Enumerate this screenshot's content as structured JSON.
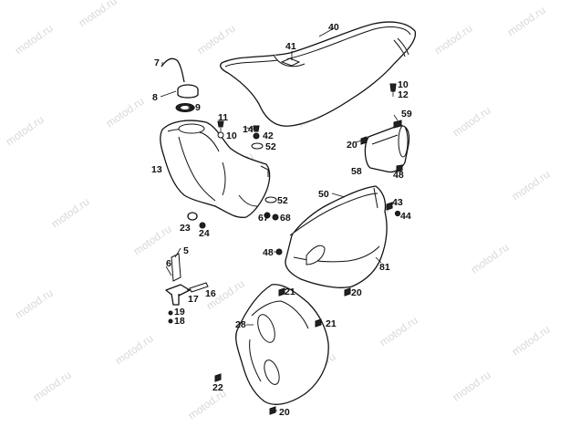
{
  "watermark": {
    "text": "motod.ru",
    "color": "#d9d9d9"
  },
  "colors": {
    "line": "#111111",
    "background": "#ffffff"
  },
  "parts": [
    {
      "ref": "part_40",
      "label": "40"
    },
    {
      "ref": "part_41",
      "label": "41"
    },
    {
      "ref": "part_7",
      "label": "7"
    },
    {
      "ref": "part_8",
      "label": "8"
    },
    {
      "ref": "part_9",
      "label": "9"
    },
    {
      "ref": "part_10a",
      "label": "10"
    },
    {
      "ref": "part_12",
      "label": "12"
    },
    {
      "ref": "part_11",
      "label": "11"
    },
    {
      "ref": "part_10b",
      "label": "10"
    },
    {
      "ref": "part_14",
      "label": "14"
    },
    {
      "ref": "part_42",
      "label": "42"
    },
    {
      "ref": "part_52a",
      "label": "52"
    },
    {
      "ref": "part_13",
      "label": "13"
    },
    {
      "ref": "part_59",
      "label": "59"
    },
    {
      "ref": "part_20a",
      "label": "20"
    },
    {
      "ref": "part_58",
      "label": "58"
    },
    {
      "ref": "part_48a",
      "label": "48"
    },
    {
      "ref": "part_50",
      "label": "50"
    },
    {
      "ref": "part_43",
      "label": "43"
    },
    {
      "ref": "part_44",
      "label": "44"
    },
    {
      "ref": "part_52b",
      "label": "52"
    },
    {
      "ref": "part_67",
      "label": "67"
    },
    {
      "ref": "part_68",
      "label": "68"
    },
    {
      "ref": "part_23",
      "label": "23"
    },
    {
      "ref": "part_24",
      "label": "24"
    },
    {
      "ref": "part_48b",
      "label": "48"
    },
    {
      "ref": "part_81",
      "label": "81"
    },
    {
      "ref": "part_5",
      "label": "5"
    },
    {
      "ref": "part_6",
      "label": "6"
    },
    {
      "ref": "part_16",
      "label": "16"
    },
    {
      "ref": "part_17",
      "label": "17"
    },
    {
      "ref": "part_19",
      "label": "19"
    },
    {
      "ref": "part_18",
      "label": "18"
    },
    {
      "ref": "part_21a",
      "label": "21"
    },
    {
      "ref": "part_20b",
      "label": "20"
    },
    {
      "ref": "part_28",
      "label": "28"
    },
    {
      "ref": "part_21b",
      "label": "21"
    },
    {
      "ref": "part_22",
      "label": "22"
    },
    {
      "ref": "part_20c",
      "label": "20"
    }
  ]
}
